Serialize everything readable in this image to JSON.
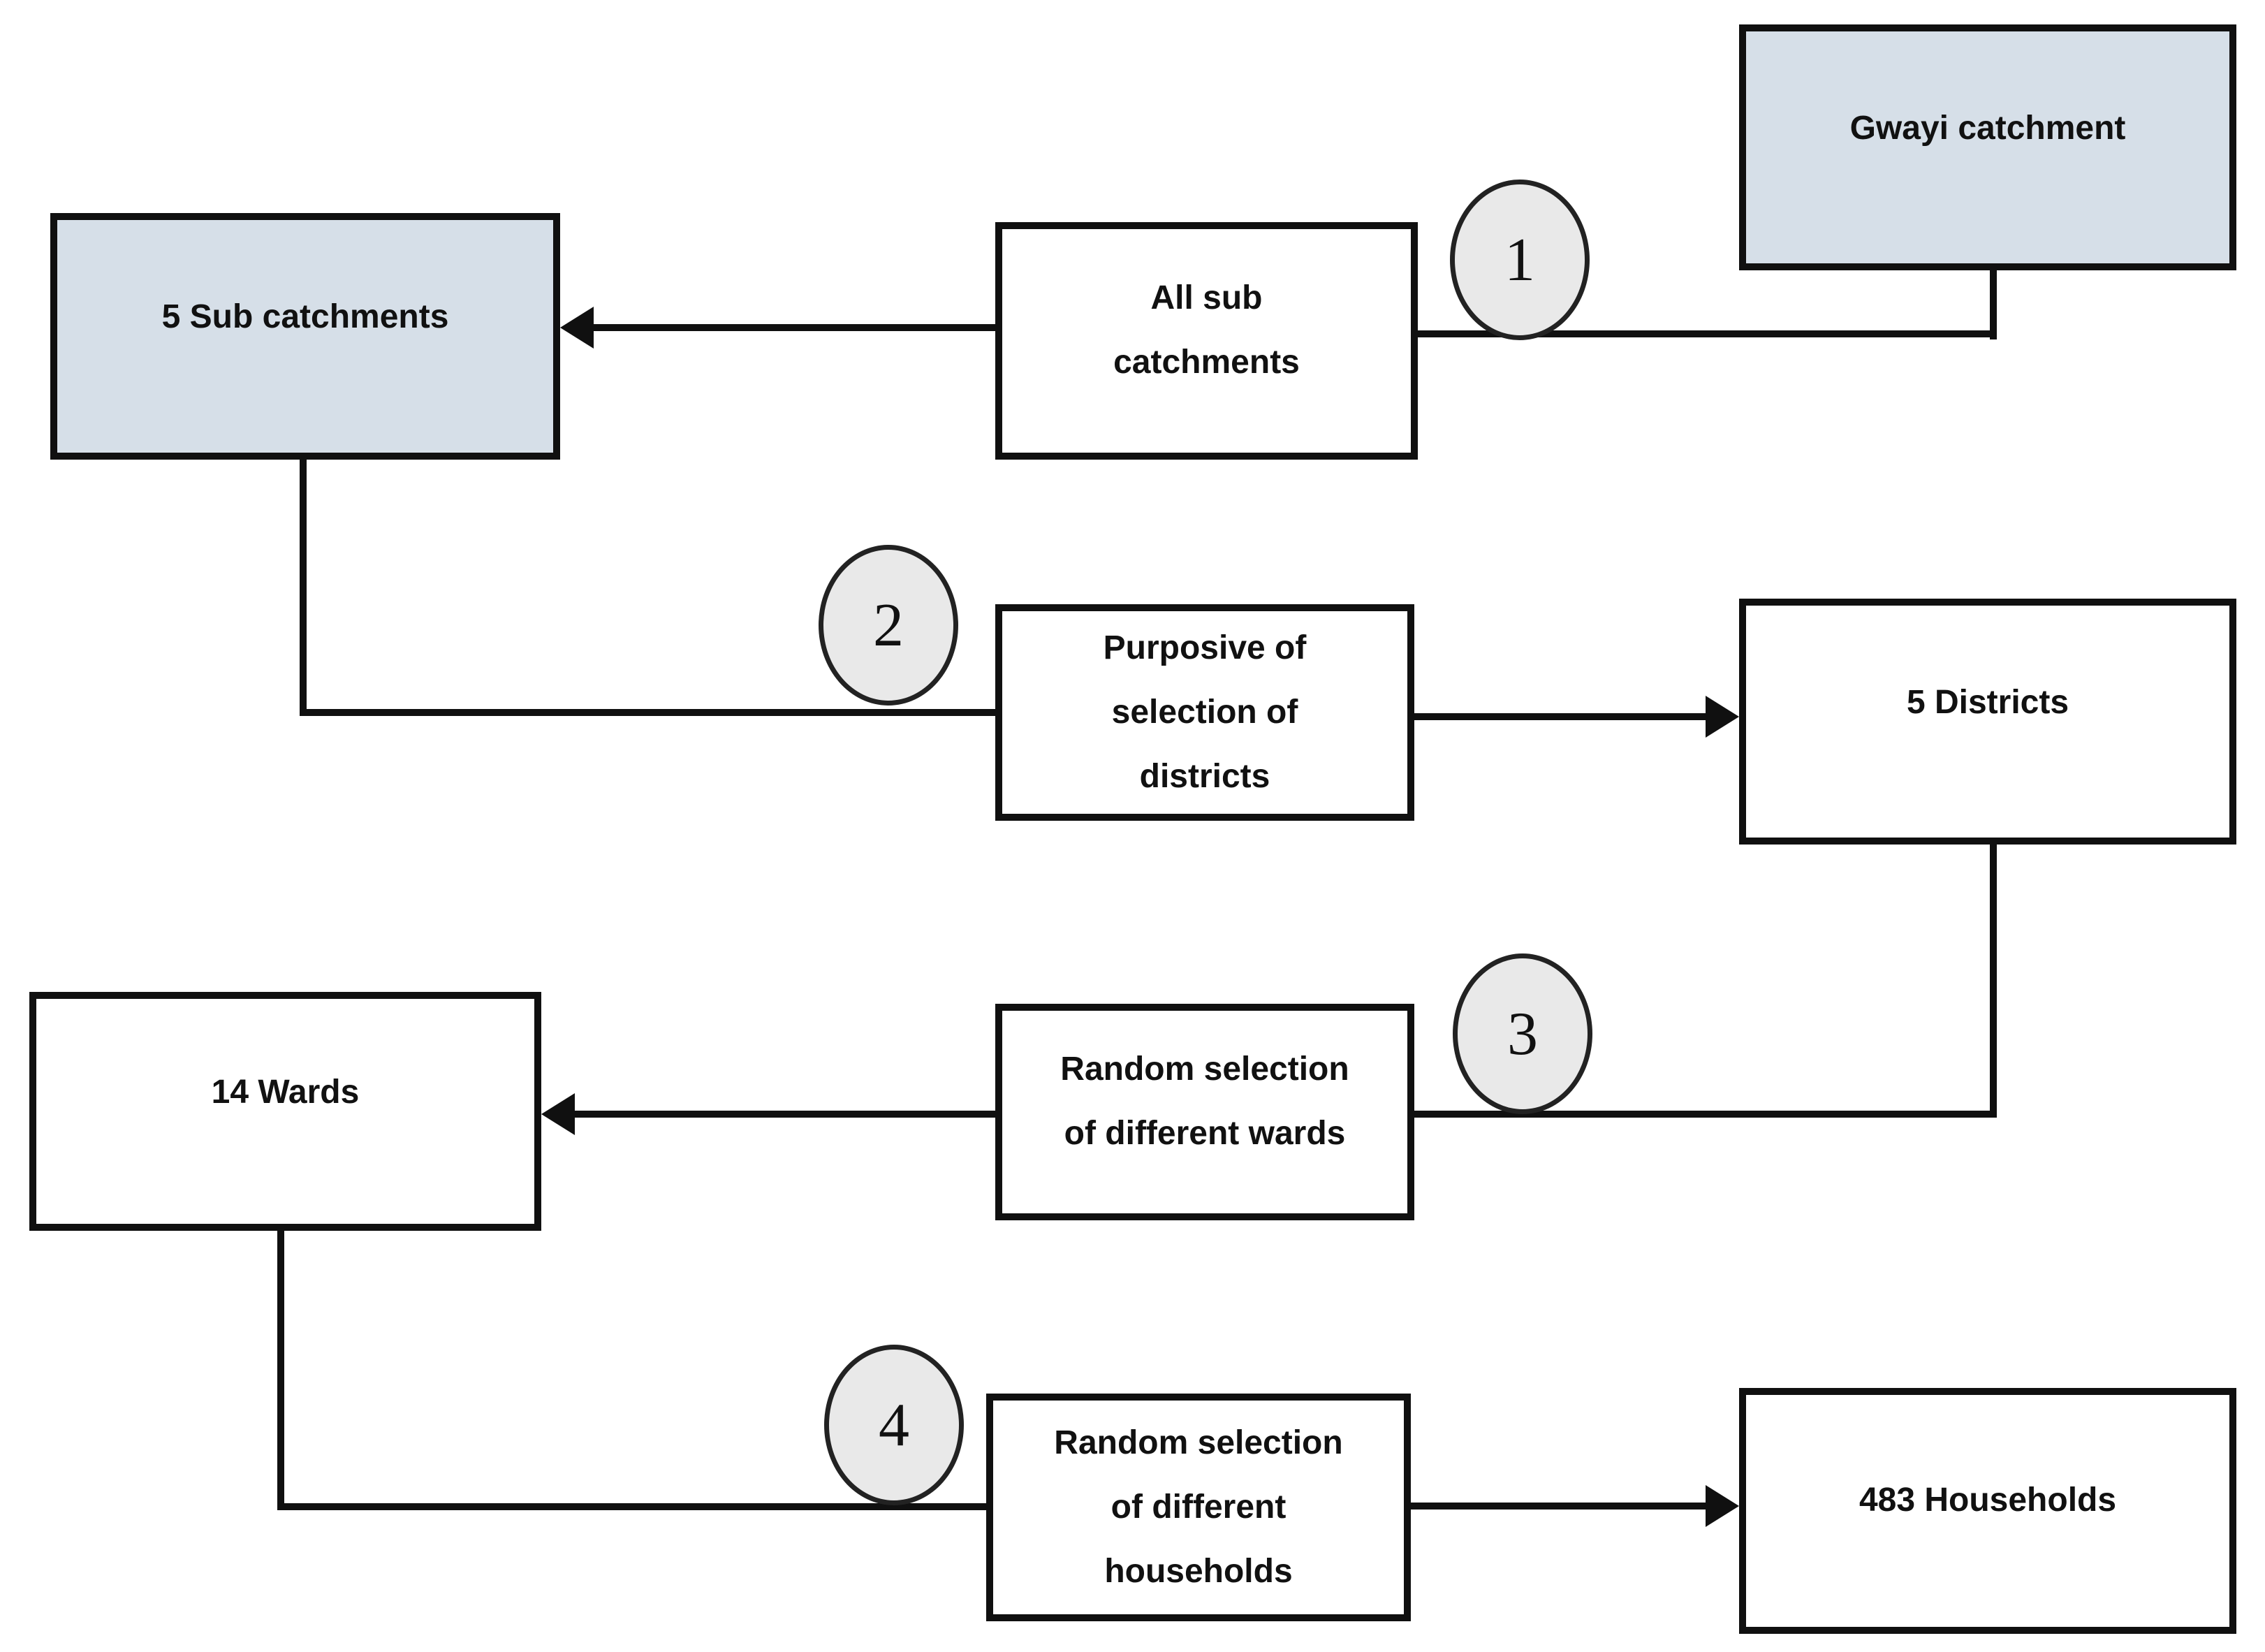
{
  "nodes": {
    "gwayi": "Gwayi catchment",
    "all_sub": "All sub\ncatchments",
    "five_sub": "5 Sub catchments",
    "purposive": "Purposive of\nselection of\ndistricts",
    "five_districts": "5 Districts",
    "fourteen_wards": "14 Wards",
    "random_wards": "Random selection\nof different wards",
    "random_households": "Random selection\nof different\nhouseholds",
    "households": "483 Households"
  },
  "steps": {
    "s1": "1",
    "s2": "2",
    "s3": "3",
    "s4": "4"
  },
  "colors": {
    "background": "#ffffff",
    "shaded_fill": "#d6dfe8",
    "plain_fill": "#ffffff",
    "step_fill": "#e9e9e9",
    "line": "#101010",
    "text": "#111111"
  }
}
